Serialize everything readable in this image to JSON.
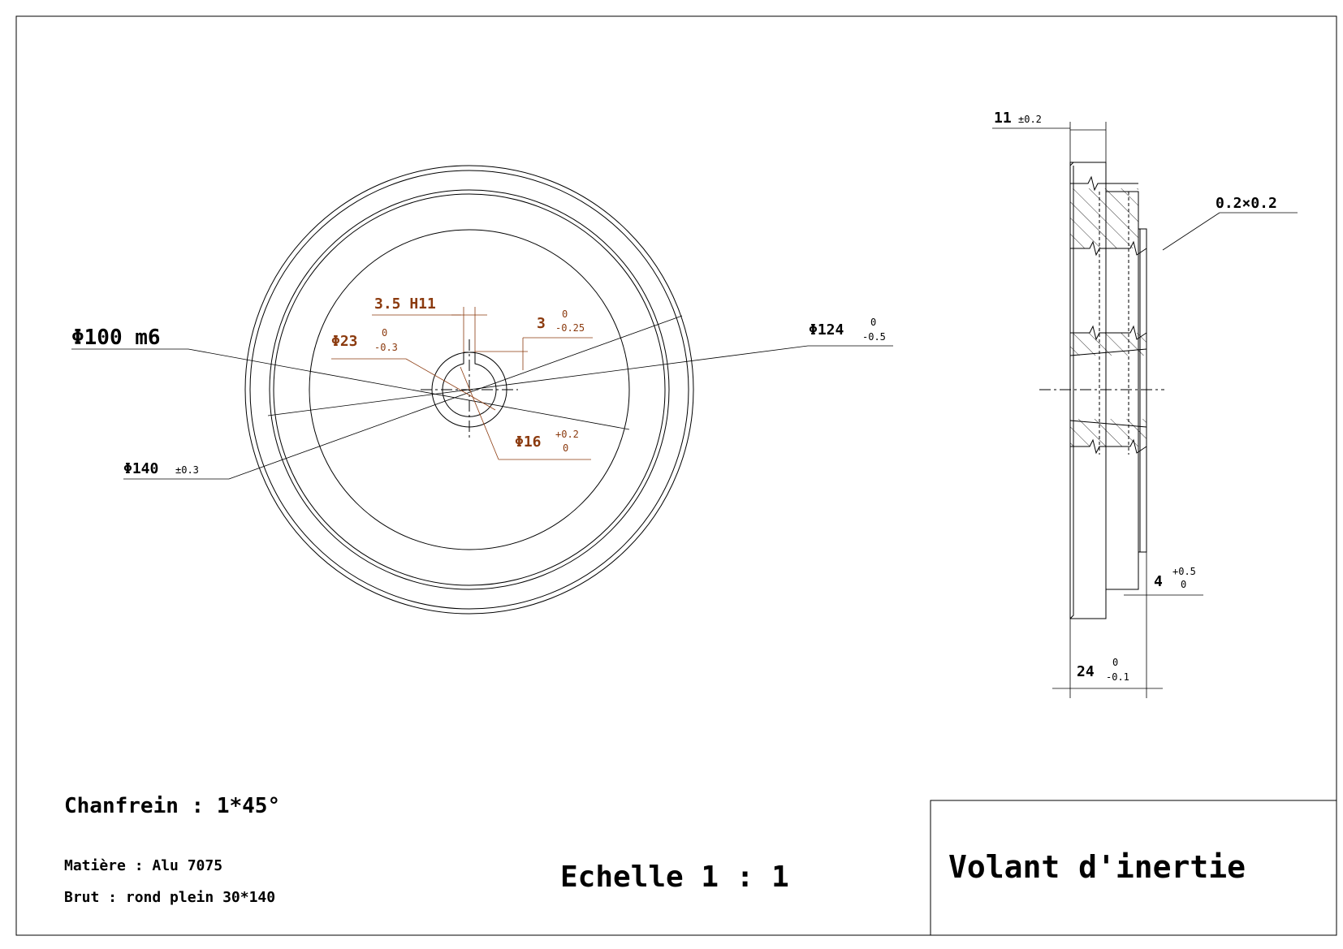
{
  "dims_front": {
    "d100": "Φ100 m6",
    "d124_main": "Φ124",
    "d124_tol_up": "0",
    "d124_tol_low": "-0.5",
    "d140_main": "Φ140",
    "d140_tol": "±0.3",
    "key_width": "3.5 H11",
    "key_depth_main": "3",
    "key_depth_tol_up": "0",
    "key_depth_tol_low": "-0.25",
    "d23_main": "Φ23",
    "d23_tol_up": "0",
    "d23_tol_low": "-0.3",
    "d16_main": "Φ16",
    "d16_tol_up": "+0.2",
    "d16_tol_low": "0"
  },
  "dims_side": {
    "w11_main": "11",
    "w11_tol": "±0.2",
    "chamfer": "0.2×0.2",
    "w4_main": "4",
    "w4_tol_up": "+0.5",
    "w4_tol_low": "0",
    "w24_main": "24",
    "w24_tol_up": "0",
    "w24_tol_low": "-0.1"
  },
  "notes": {
    "chamfer": "Chanfrein : 1*45°",
    "material": "Matière : Alu 7075",
    "stock": "Brut : rond plein 30*140"
  },
  "scale": "Echelle 1 : 1",
  "title": "Volant d'inertie",
  "colors": {
    "line": "#000000",
    "dimension_text": "#8b3a0e"
  }
}
